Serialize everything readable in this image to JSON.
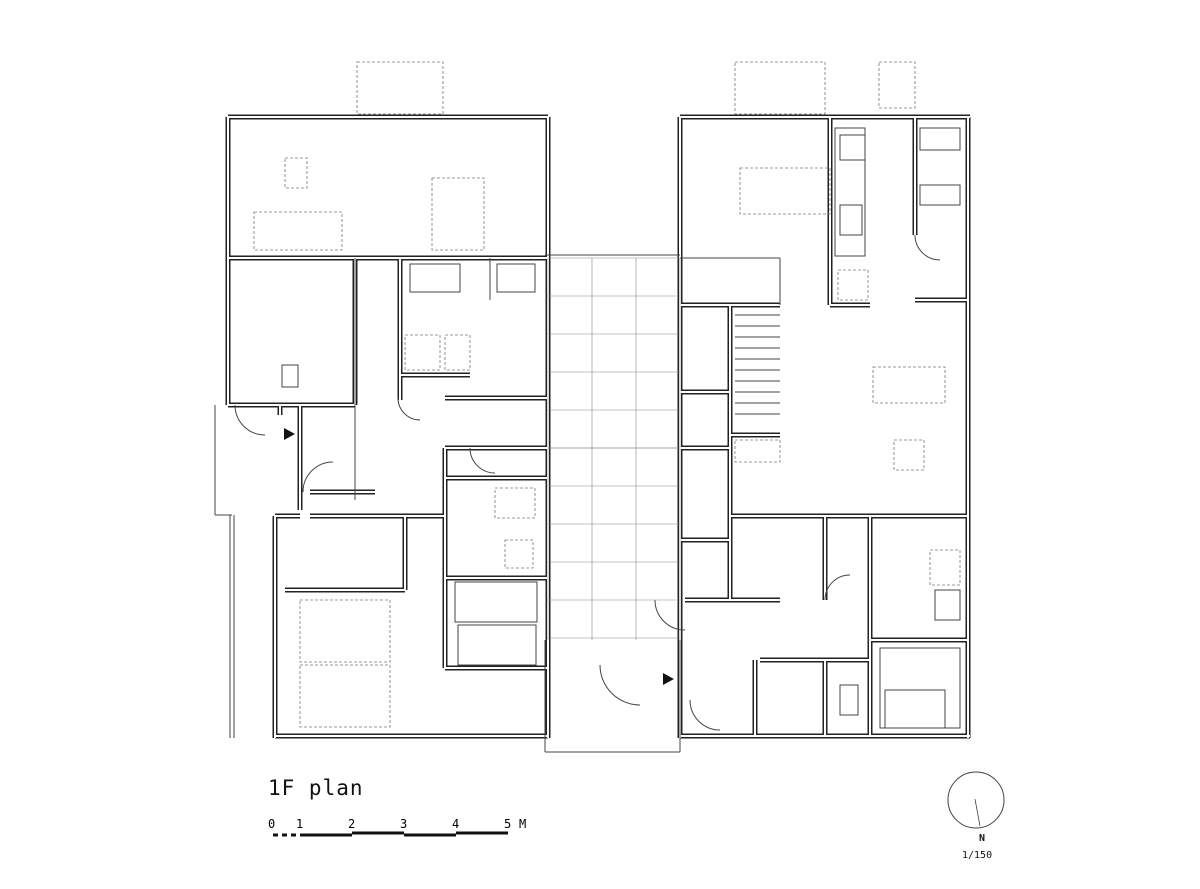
{
  "drawing": {
    "title": "1F plan",
    "scale_bar": {
      "ticks": [
        "0",
        "1",
        "2",
        "3",
        "4",
        "5"
      ],
      "unit": "M"
    },
    "north_label": "N",
    "scale_ratio": "1/150"
  },
  "colors": {
    "line": "#222222",
    "background": "#ffffff"
  }
}
